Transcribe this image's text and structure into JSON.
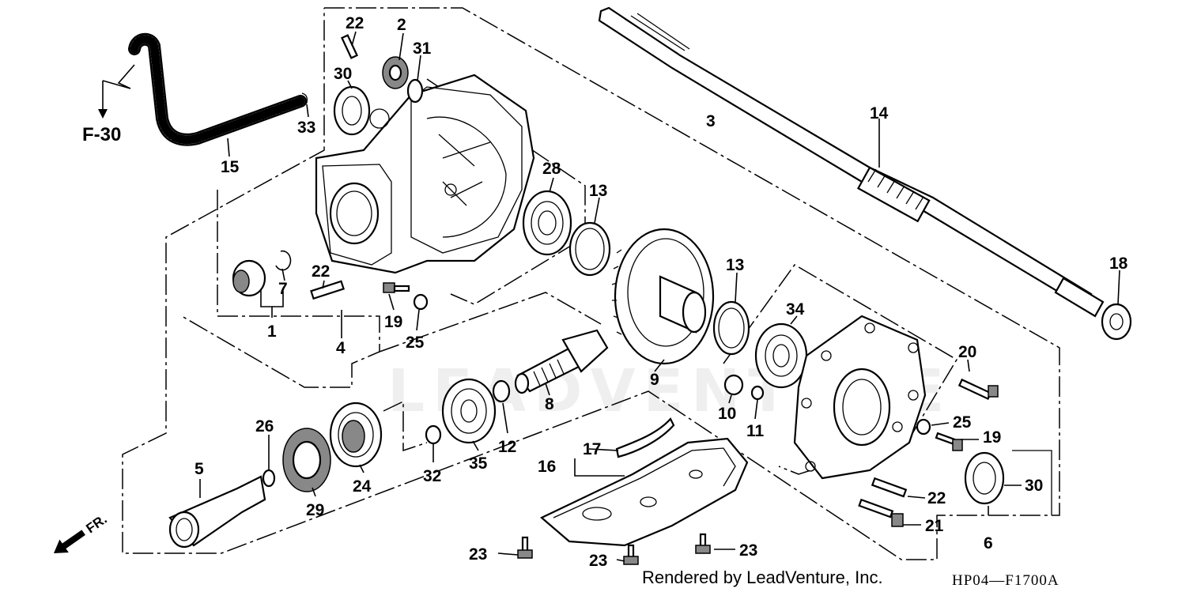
{
  "diagram": {
    "reference_code": "HP04—F1700A",
    "credit": "Rendered by LeadVenture, Inc.",
    "watermark": "LEADVENTURE",
    "figure_ref": "F-30",
    "front_marker": "FR.",
    "callouts": [
      {
        "key": "c22a",
        "text": "22"
      },
      {
        "key": "c2",
        "text": "2"
      },
      {
        "key": "c31",
        "text": "31"
      },
      {
        "key": "c30a",
        "text": "30"
      },
      {
        "key": "c33",
        "text": "33"
      },
      {
        "key": "c15",
        "text": "15"
      },
      {
        "key": "c3",
        "text": "3"
      },
      {
        "key": "c14",
        "text": "14"
      },
      {
        "key": "c28",
        "text": "28"
      },
      {
        "key": "c13a",
        "text": "13"
      },
      {
        "key": "c7",
        "text": "7"
      },
      {
        "key": "c22b",
        "text": "22"
      },
      {
        "key": "c1",
        "text": "1"
      },
      {
        "key": "c19a",
        "text": "19"
      },
      {
        "key": "c25a",
        "text": "25"
      },
      {
        "key": "c4",
        "text": "4"
      },
      {
        "key": "c13b",
        "text": "13"
      },
      {
        "key": "c34",
        "text": "34"
      },
      {
        "key": "c18",
        "text": "18"
      },
      {
        "key": "c9",
        "text": "9"
      },
      {
        "key": "c8",
        "text": "8"
      },
      {
        "key": "c10",
        "text": "10"
      },
      {
        "key": "c11",
        "text": "11"
      },
      {
        "key": "c20",
        "text": "20"
      },
      {
        "key": "c25b",
        "text": "25"
      },
      {
        "key": "c19b",
        "text": "19"
      },
      {
        "key": "c26",
        "text": "26"
      },
      {
        "key": "c5",
        "text": "5"
      },
      {
        "key": "c29",
        "text": "29"
      },
      {
        "key": "c24",
        "text": "24"
      },
      {
        "key": "c32",
        "text": "32"
      },
      {
        "key": "c35",
        "text": "35"
      },
      {
        "key": "c12",
        "text": "12"
      },
      {
        "key": "c17",
        "text": "17"
      },
      {
        "key": "c16",
        "text": "16"
      },
      {
        "key": "c30b",
        "text": "30"
      },
      {
        "key": "c22c",
        "text": "22"
      },
      {
        "key": "c21",
        "text": "21"
      },
      {
        "key": "c6",
        "text": "6"
      },
      {
        "key": "c23a",
        "text": "23"
      },
      {
        "key": "c23b",
        "text": "23"
      },
      {
        "key": "c23c",
        "text": "23"
      }
    ]
  }
}
